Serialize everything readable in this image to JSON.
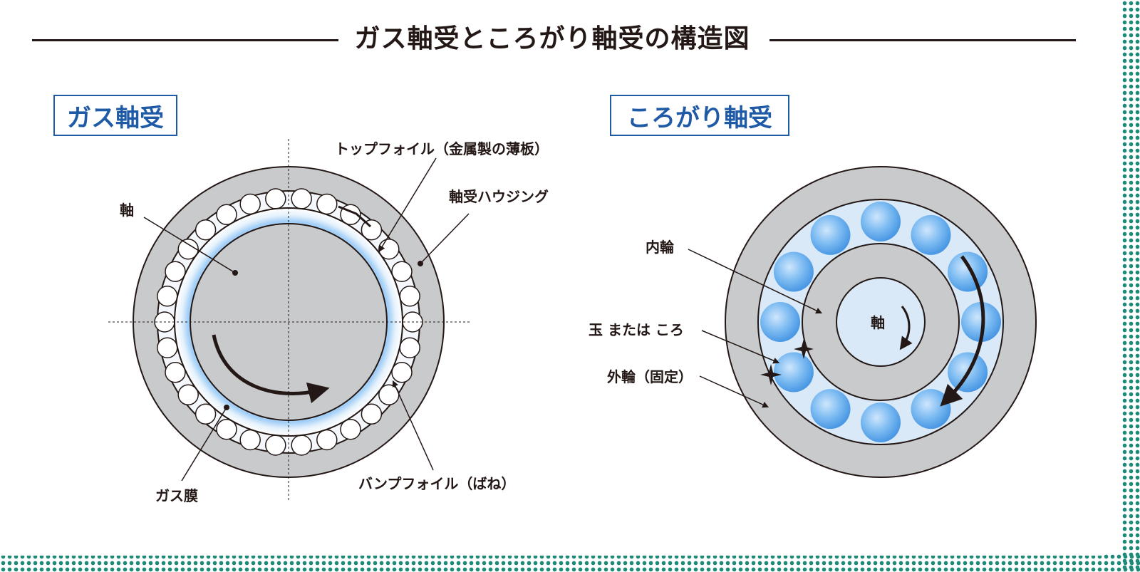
{
  "title": "ガス軸受ところがり軸受の構造図",
  "gas_bearing": {
    "heading": "ガス軸受",
    "labels": {
      "shaft": "軸",
      "top_foil": "トップフォイル（金属製の薄板）",
      "housing": "軸受ハウジング",
      "gas_film": "ガス膜",
      "bump_foil": "バンプフォイル（ばね）"
    }
  },
  "rolling_bearing": {
    "heading": "ころがり軸受",
    "labels": {
      "inner_ring": "内輪",
      "ball": "玉 または ころ",
      "outer_ring": "外輪（固定）",
      "shaft": "軸"
    }
  },
  "colors": {
    "ink": "#231815",
    "heading_blue": "#1f5aa6",
    "ring_gray": "#c8cacc",
    "light_blue": "#d9e9f8",
    "ball_blue": "#6fb3f0",
    "dot_green": "#1e8b78"
  }
}
